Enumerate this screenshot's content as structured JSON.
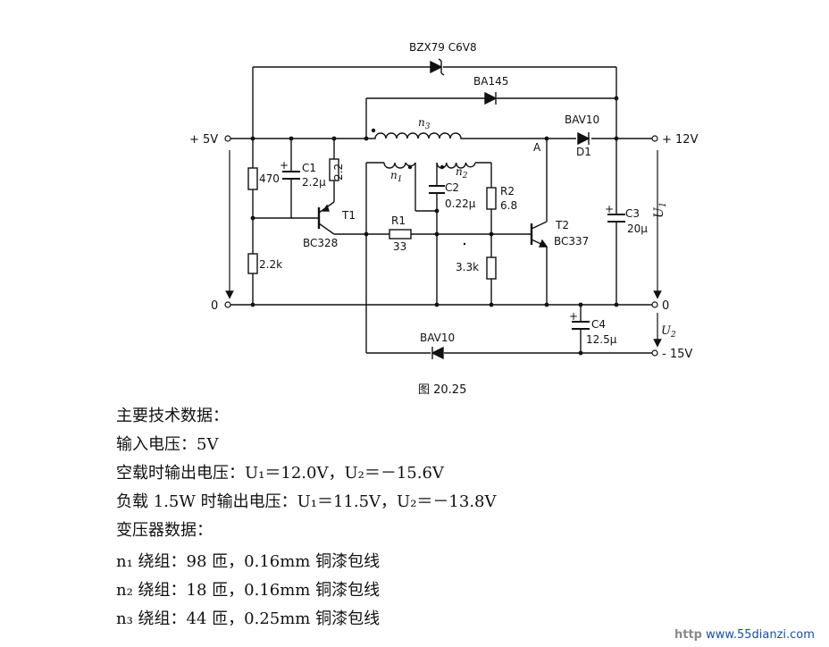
{
  "schematic": {
    "terminals": {
      "plus5": "+ 5V",
      "zero_left": "0",
      "plus12": "+ 12V",
      "zero_right": "0",
      "minus15": "- 15V"
    },
    "voltages": {
      "u1": "U",
      "u1_sub": "1",
      "u2": "U",
      "u2_sub": "2"
    },
    "diodes": {
      "zener": "BZX79 C6V8",
      "ba145": "BA145",
      "d1_type": "BAV10",
      "d1_ref": "D1",
      "bottom": "BAV10"
    },
    "node_a": "A",
    "windings": {
      "n3": "n",
      "n3_sub": "3",
      "n1": "n",
      "n1_sub": "1",
      "n2": "n",
      "n2_sub": "2"
    },
    "resistors": {
      "r470": "470",
      "r22": "2.2",
      "r22k": "2.2k",
      "r1_ref": "R1",
      "r1_val": "33",
      "r2_ref": "R2",
      "r2_val": "6.8",
      "r33k": "3.3k"
    },
    "capacitors": {
      "c1_ref": "C1",
      "c1_val": "2.2μ",
      "c2_ref": "C2",
      "c2_val": "0.22μ",
      "c3_ref": "C3",
      "c3_val": "20μ",
      "c4_ref": "C4",
      "c4_val": "12.5μ"
    },
    "transistors": {
      "t1_ref": "T1",
      "t1_type": "BC328",
      "t2_ref": "T2",
      "t2_type": "BC337"
    },
    "caption": "图 20.25"
  },
  "specs": {
    "heading": "主要技术数据：",
    "input_voltage": "输入电压：5V",
    "no_load": "空载时输出电压：U₁＝12.0V，U₂＝－15.6V",
    "full_load": "负载 1.5W 时输出电压：U₁＝11.5V，U₂＝－13.8V",
    "transformer_heading": "变压器数据：",
    "n1_winding": "n₁ 绕组：98 匝，0.16mm 铜漆包线",
    "n2_winding": "n₂ 绕组：18 匝，0.16mm 铜漆包线",
    "n3_winding": "n₃ 绕组：44 匝，0.25mm 铜漆包线"
  },
  "watermark": {
    "prefix": "http",
    "domain": "www.55dianzi.com"
  }
}
